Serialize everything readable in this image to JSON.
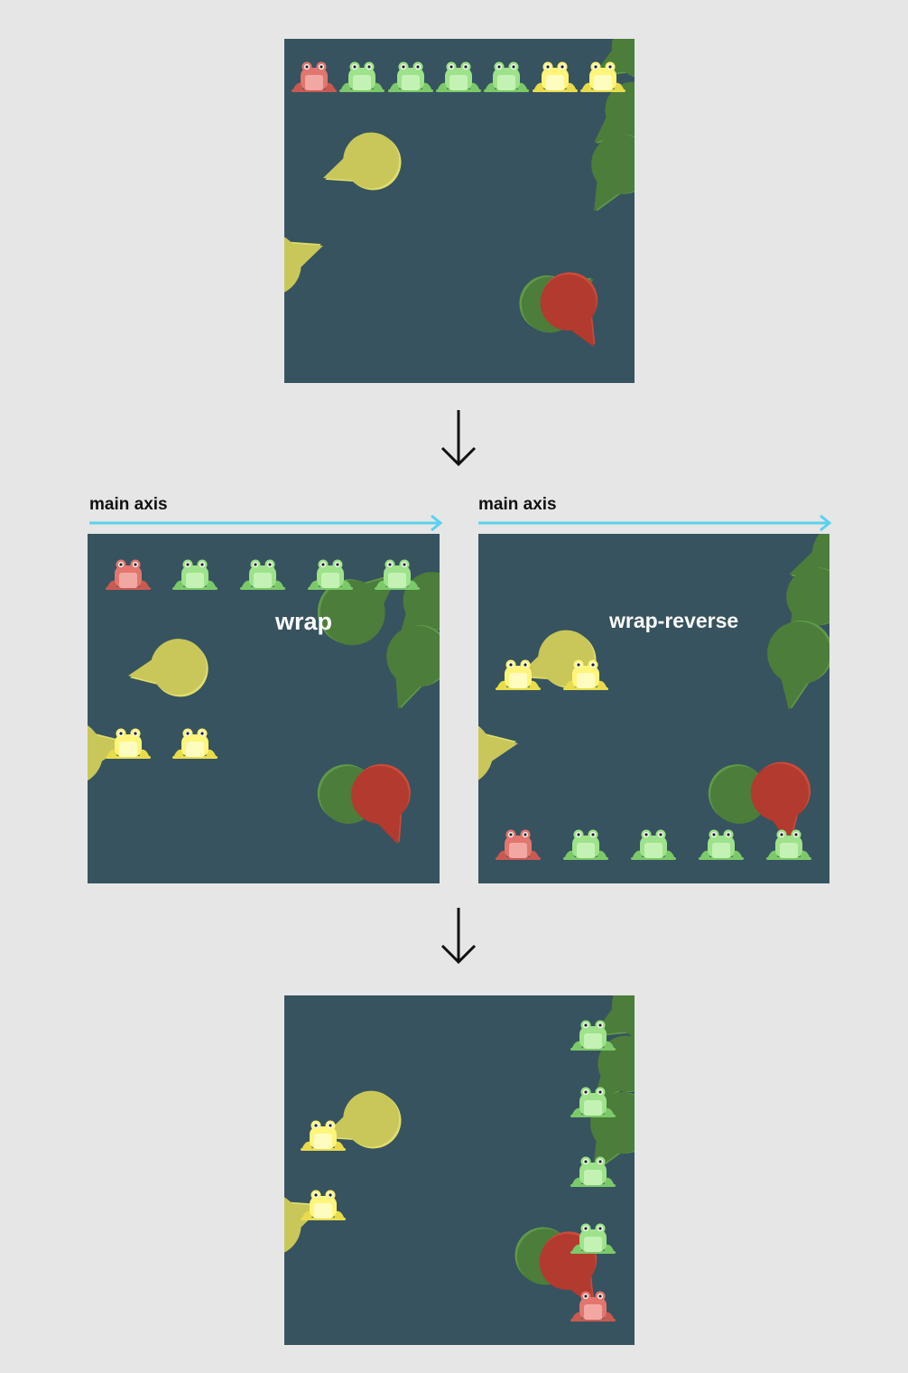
{
  "labels": {
    "main_axis_left": "main axis",
    "main_axis_right": "main axis",
    "wrap": "wrap",
    "wrap_reverse": "wrap-reverse"
  },
  "colors": {
    "background": "#e6e6e6",
    "pond": "#37535f",
    "axis_arrow": "#5bd1ef",
    "pad_green": "#4c7d3b",
    "pad_yellow": "#c9c75a",
    "pad_red": "#b23a2e",
    "frog_green": "#9ee28b",
    "frog_yellow": "#fff57a",
    "frog_red": "#e2766f"
  },
  "panels": {
    "top": {
      "frogs": [
        {
          "color": "red"
        },
        {
          "color": "green"
        },
        {
          "color": "green"
        },
        {
          "color": "green"
        },
        {
          "color": "green"
        },
        {
          "color": "yellow"
        },
        {
          "color": "yellow"
        }
      ],
      "pads": [
        {
          "color": "green"
        },
        {
          "color": "green"
        },
        {
          "color": "green"
        },
        {
          "color": "green"
        },
        {
          "color": "red"
        },
        {
          "color": "yellow"
        },
        {
          "color": "yellow"
        }
      ]
    },
    "wrap": {
      "frogs": [
        {
          "color": "red"
        },
        {
          "color": "green"
        },
        {
          "color": "green"
        },
        {
          "color": "green"
        },
        {
          "color": "green"
        },
        {
          "color": "yellow"
        },
        {
          "color": "yellow"
        }
      ],
      "pads": [
        {
          "color": "green"
        },
        {
          "color": "green"
        },
        {
          "color": "green"
        },
        {
          "color": "green"
        },
        {
          "color": "red"
        },
        {
          "color": "yellow"
        },
        {
          "color": "yellow"
        }
      ]
    },
    "wrap_reverse": {
      "frogs": [
        {
          "color": "yellow"
        },
        {
          "color": "yellow"
        },
        {
          "color": "red"
        },
        {
          "color": "green"
        },
        {
          "color": "green"
        },
        {
          "color": "green"
        },
        {
          "color": "green"
        }
      ],
      "pads": [
        {
          "color": "green"
        },
        {
          "color": "green"
        },
        {
          "color": "green"
        },
        {
          "color": "green"
        },
        {
          "color": "red"
        },
        {
          "color": "yellow"
        },
        {
          "color": "yellow"
        }
      ]
    },
    "bottom": {
      "frogs": [
        {
          "color": "green"
        },
        {
          "color": "green"
        },
        {
          "color": "green"
        },
        {
          "color": "green"
        },
        {
          "color": "red"
        },
        {
          "color": "yellow"
        },
        {
          "color": "yellow"
        }
      ],
      "pads": [
        {
          "color": "green"
        },
        {
          "color": "green"
        },
        {
          "color": "green"
        },
        {
          "color": "green"
        },
        {
          "color": "red"
        },
        {
          "color": "yellow"
        },
        {
          "color": "yellow"
        }
      ]
    }
  }
}
